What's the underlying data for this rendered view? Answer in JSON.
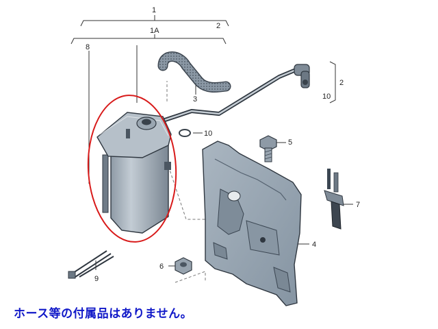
{
  "callouts": {
    "c1": "1",
    "c2_top": "2",
    "c1a": "1A",
    "c8": "8",
    "c3": "3",
    "c2_right": "2",
    "c10_right": "10",
    "c10_oring": "10",
    "c5": "5",
    "c7": "7",
    "c4": "4",
    "c6": "6",
    "c9": "9"
  },
  "caption": "ホース等の付属品はありません。",
  "colors": {
    "highlight": "#d81a1a",
    "caption": "#1018c8",
    "part_fill": "#a9b4bf",
    "part_dark": "#7f8b97",
    "bracket_fill": "#97a6b3"
  }
}
